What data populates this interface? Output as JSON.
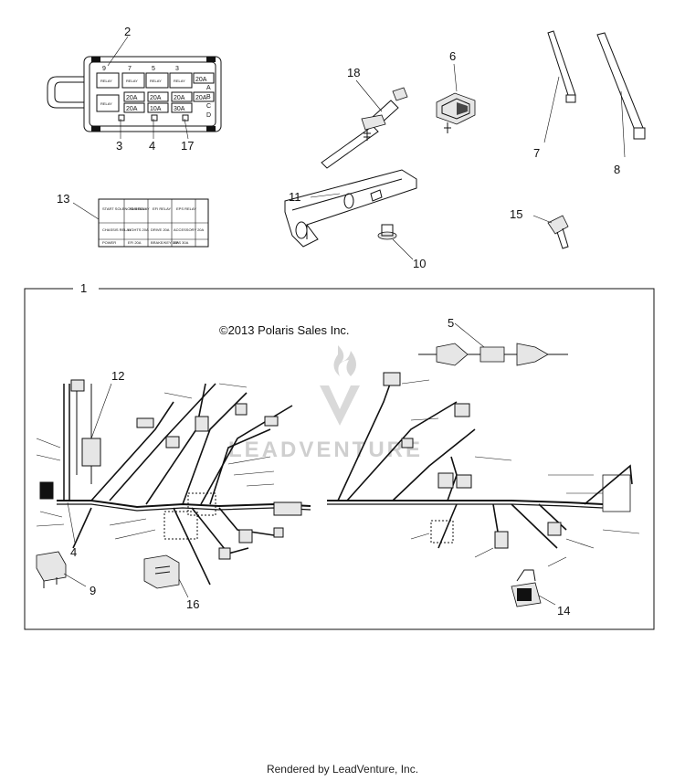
{
  "diagram": {
    "copyright": "©2013 Polaris Sales Inc.",
    "watermark": "LEADVENTURE",
    "footer": "Rendered by LeadVenture, Inc.",
    "callouts": {
      "c1": "1",
      "c2": "2",
      "c3": "3",
      "c4a": "4",
      "c4b": "4",
      "c5": "5",
      "c6": "6",
      "c7": "7",
      "c8": "8",
      "c9": "9",
      "c10": "10",
      "c11": "11",
      "c12": "12",
      "c13": "13",
      "c14": "14",
      "c15": "15",
      "c16": "16",
      "c17": "17",
      "c18": "18"
    },
    "fuse_box": {
      "fuses": [
        "20A",
        "20A",
        "20A",
        "20A",
        "20A",
        "20A",
        "10A",
        "30A"
      ],
      "relays": [
        "RELAY",
        "RELAY",
        "RELAY",
        "RELAY",
        "RELAY"
      ],
      "side_letters": [
        "A",
        "B",
        "C",
        "D"
      ],
      "top_numbers": [
        "9",
        "7",
        "5",
        "3"
      ]
    },
    "decal_13": {
      "row1": [
        "START SOLENOID RELAY",
        "FAN RELAY",
        "EFI RELAY",
        "EPS RELAY"
      ],
      "row2": [
        "CHASSIS RELAY",
        "LIGHTS 20A",
        "DRIVE 20A",
        "ACCESSORY 20A"
      ],
      "row3": [
        "",
        "EFI 20A",
        "BRAKE/KEY 10A",
        "EPS 30A"
      ],
      "row4_label": "POWER"
    }
  }
}
